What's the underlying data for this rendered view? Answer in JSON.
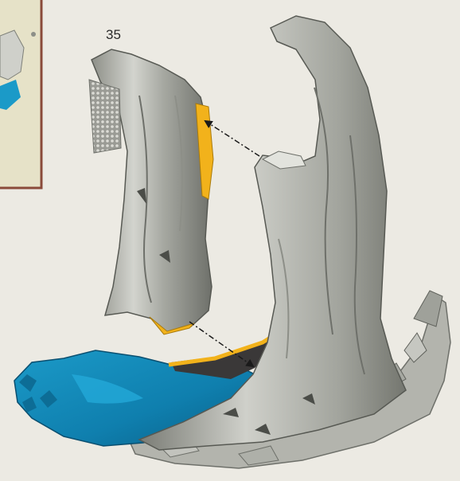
{
  "step": {
    "number": "35"
  },
  "colors": {
    "background": "#eceae3",
    "inset_fill": "#e6e2c8",
    "inset_frame": "#8a4a3a",
    "grey_plastic": "#b8b9b2",
    "grey_shadow": "#7d7f78",
    "highlight_yellow": "#f2b21b",
    "base_blue": "#1b9ac8",
    "dark_joint": "#3a3838"
  },
  "icons": [
    "arrow-upper-assembly",
    "arrow-lower-assembly"
  ]
}
